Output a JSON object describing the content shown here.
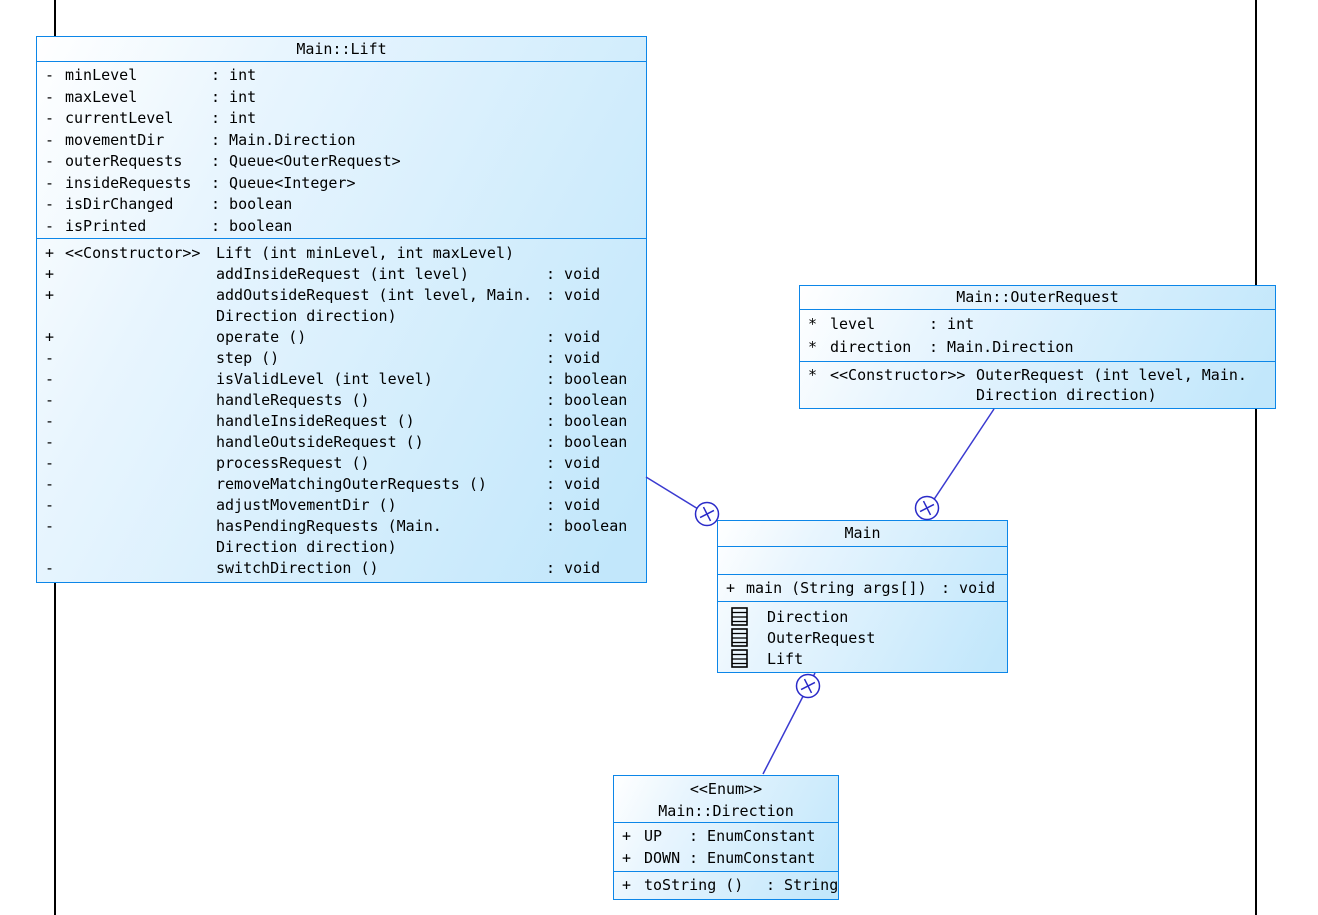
{
  "colors": {
    "box_border": "#0c86e8",
    "box_fill_top": "#ffffff",
    "box_fill_bottom": "#c2e7fb",
    "connector": "#3a3ad0",
    "page_boundary": "#000000",
    "text": "#000000"
  },
  "diagram": {
    "lift": {
      "title": "Main::Lift",
      "attributes": [
        {
          "vis": "-",
          "name": "minLevel",
          "type": ": int"
        },
        {
          "vis": "-",
          "name": "maxLevel",
          "type": ": int"
        },
        {
          "vis": "-",
          "name": "currentLevel",
          "type": ": int"
        },
        {
          "vis": "-",
          "name": "movementDir",
          "type": ": Main.Direction"
        },
        {
          "vis": "-",
          "name": "outerRequests",
          "type": ": Queue<OuterRequest>"
        },
        {
          "vis": "-",
          "name": "insideRequests",
          "type": ": Queue<Integer>"
        },
        {
          "vis": "-",
          "name": "isDirChanged",
          "type": ": boolean"
        },
        {
          "vis": "-",
          "name": "isPrinted",
          "type": ": boolean"
        }
      ],
      "methods": [
        {
          "vis": "+",
          "stereo": "<<Constructor>>",
          "sig1": "Lift (int minLevel, int maxLevel)",
          "sig2": "",
          "ret": ""
        },
        {
          "vis": "+",
          "stereo": "",
          "sig1": "addInsideRequest (int level)",
          "sig2": "",
          "ret": ": void"
        },
        {
          "vis": "+",
          "stereo": "",
          "sig1": "addOutsideRequest (int level, Main.",
          "sig2": "Direction direction)",
          "ret": ": void"
        },
        {
          "vis": "+",
          "stereo": "",
          "sig1": "operate ()",
          "sig2": "",
          "ret": ": void"
        },
        {
          "vis": "-",
          "stereo": "",
          "sig1": "step ()",
          "sig2": "",
          "ret": ": void"
        },
        {
          "vis": "-",
          "stereo": "",
          "sig1": "isValidLevel (int level)",
          "sig2": "",
          "ret": ": boolean"
        },
        {
          "vis": "-",
          "stereo": "",
          "sig1": "handleRequests ()",
          "sig2": "",
          "ret": ": boolean"
        },
        {
          "vis": "-",
          "stereo": "",
          "sig1": "handleInsideRequest ()",
          "sig2": "",
          "ret": ": boolean"
        },
        {
          "vis": "-",
          "stereo": "",
          "sig1": "handleOutsideRequest ()",
          "sig2": "",
          "ret": ": boolean"
        },
        {
          "vis": "-",
          "stereo": "",
          "sig1": "processRequest ()",
          "sig2": "",
          "ret": ": void"
        },
        {
          "vis": "-",
          "stereo": "",
          "sig1": "removeMatchingOuterRequests ()",
          "sig2": "",
          "ret": ": void"
        },
        {
          "vis": "-",
          "stereo": "",
          "sig1": "adjustMovementDir ()",
          "sig2": "",
          "ret": ": void"
        },
        {
          "vis": "-",
          "stereo": "",
          "sig1": "hasPendingRequests (Main.",
          "sig2": "Direction direction)",
          "ret": ": boolean"
        },
        {
          "vis": "-",
          "stereo": "",
          "sig1": "switchDirection ()",
          "sig2": "",
          "ret": ": void"
        }
      ]
    },
    "outer_request": {
      "title": "Main::OuterRequest",
      "attributes": [
        {
          "vis": "*",
          "name": "level",
          "type": ": int"
        },
        {
          "vis": "*",
          "name": "direction",
          "type": ": Main.Direction"
        }
      ],
      "methods": [
        {
          "vis": "*",
          "stereo": "<<Constructor>>",
          "sig1": "OuterRequest (int level, Main.",
          "sig2": "Direction direction)",
          "ret": ""
        }
      ]
    },
    "main": {
      "title": "Main",
      "methods": [
        {
          "vis": "+",
          "sig": "main (String args[])",
          "ret": ": void"
        }
      ],
      "nested_classes": [
        {
          "icon": "class-icon",
          "label": "Direction"
        },
        {
          "icon": "class-icon",
          "label": "OuterRequest"
        },
        {
          "icon": "class-icon",
          "label": "Lift"
        }
      ]
    },
    "direction": {
      "stereotype": "<<Enum>>",
      "title": "Main::Direction",
      "attributes": [
        {
          "vis": "+",
          "name": "UP",
          "type": ": EnumConstant"
        },
        {
          "vis": "+",
          "name": "DOWN",
          "type": ": EnumConstant"
        }
      ],
      "methods": [
        {
          "vis": "+",
          "sig": "toString ()",
          "ret": ": String"
        }
      ]
    },
    "connectors": [
      {
        "type": "containment",
        "symbol": "circle-cross",
        "from": "Main::Lift",
        "to": "Main"
      },
      {
        "type": "containment",
        "symbol": "circle-cross",
        "from": "Main::OuterRequest",
        "to": "Main"
      },
      {
        "type": "containment",
        "symbol": "circle-cross",
        "from": "Main::Direction",
        "to": "Main"
      }
    ]
  }
}
